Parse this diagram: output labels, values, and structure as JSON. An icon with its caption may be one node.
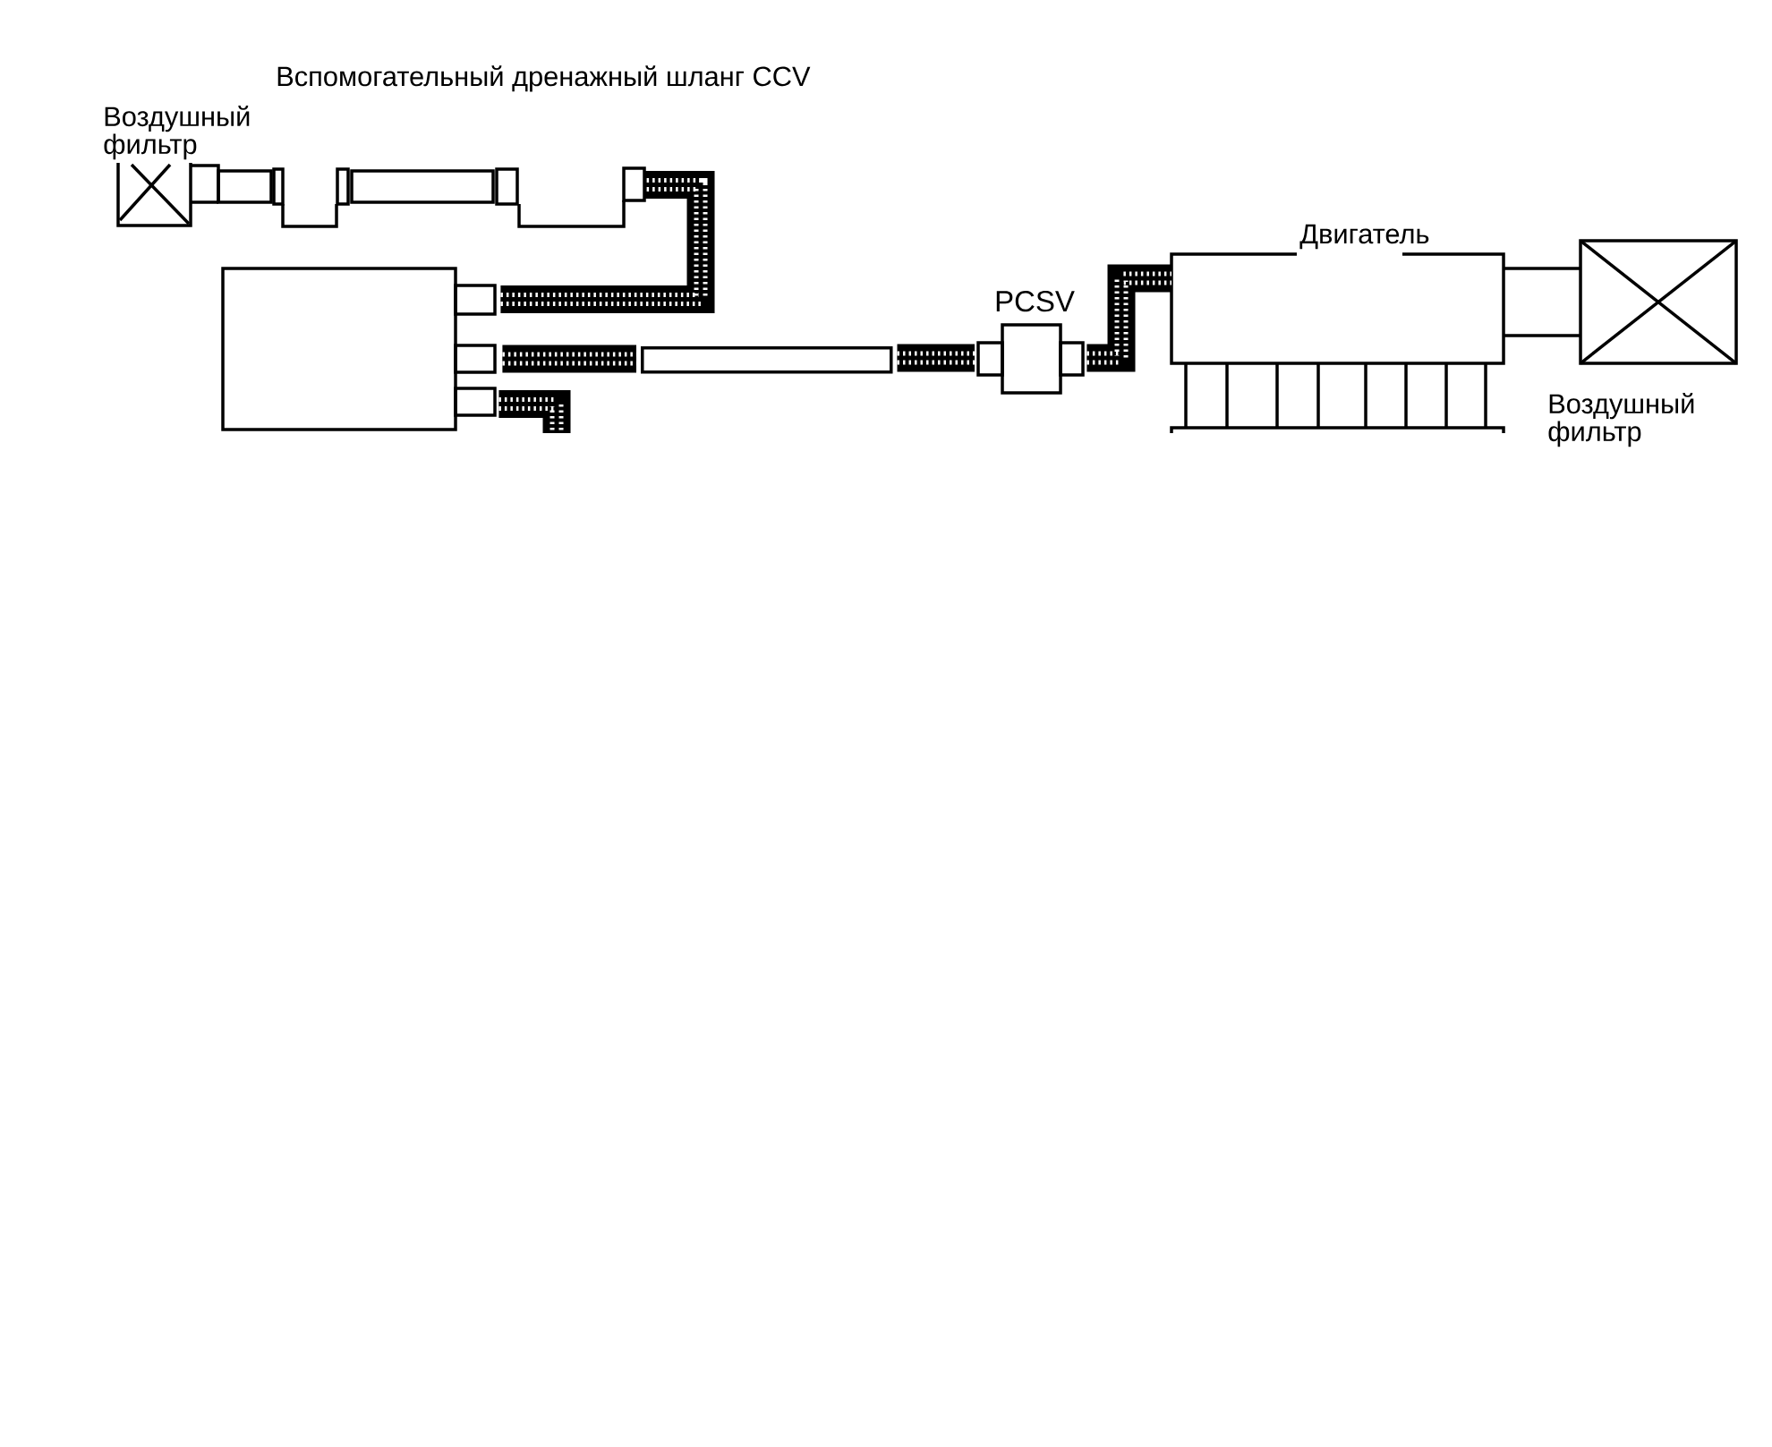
{
  "diagram": {
    "nodes": [
      {
        "text": [
          "Воздушный фильтр"
        ]
      },
      {
        "text": [],
        "shape": "picture"
      },
      {
        "text": [],
        "shape": "box"
      },
      {
        "text": [],
        "shape": "bar"
      },
      {
        "text": [
          "PCSV"
        ]
      },
      {
        "text": [
          "Двигатель"
        ]
      },
      {
        "text": [
          "Воздушный фильтр"
        ]
      }
    ],
    "edges": [
      {
        "from": 0,
        "to": 1,
        "arrow": "none"
      },
      {
        "from": 2,
        "to": 1,
        "arrow": "none"
      },
      {
        "from": 2,
        "to": 3,
        "arrow": "none"
      },
      {
        "from": 3,
        "to": 4,
        "arrow": "none"
      },
      {
        "from": 4,
        "to": 5,
        "arrow": "none"
      },
      {
        "from": 5,
        "to": 6,
        "arrow": "none"
      },
      {
        "from": 2,
        "to": null,
        "arrow": "none"
      }
    ],
    "labels": [
      "Вспомогательный дренажный шланг CCV"
    ]
  }
}
